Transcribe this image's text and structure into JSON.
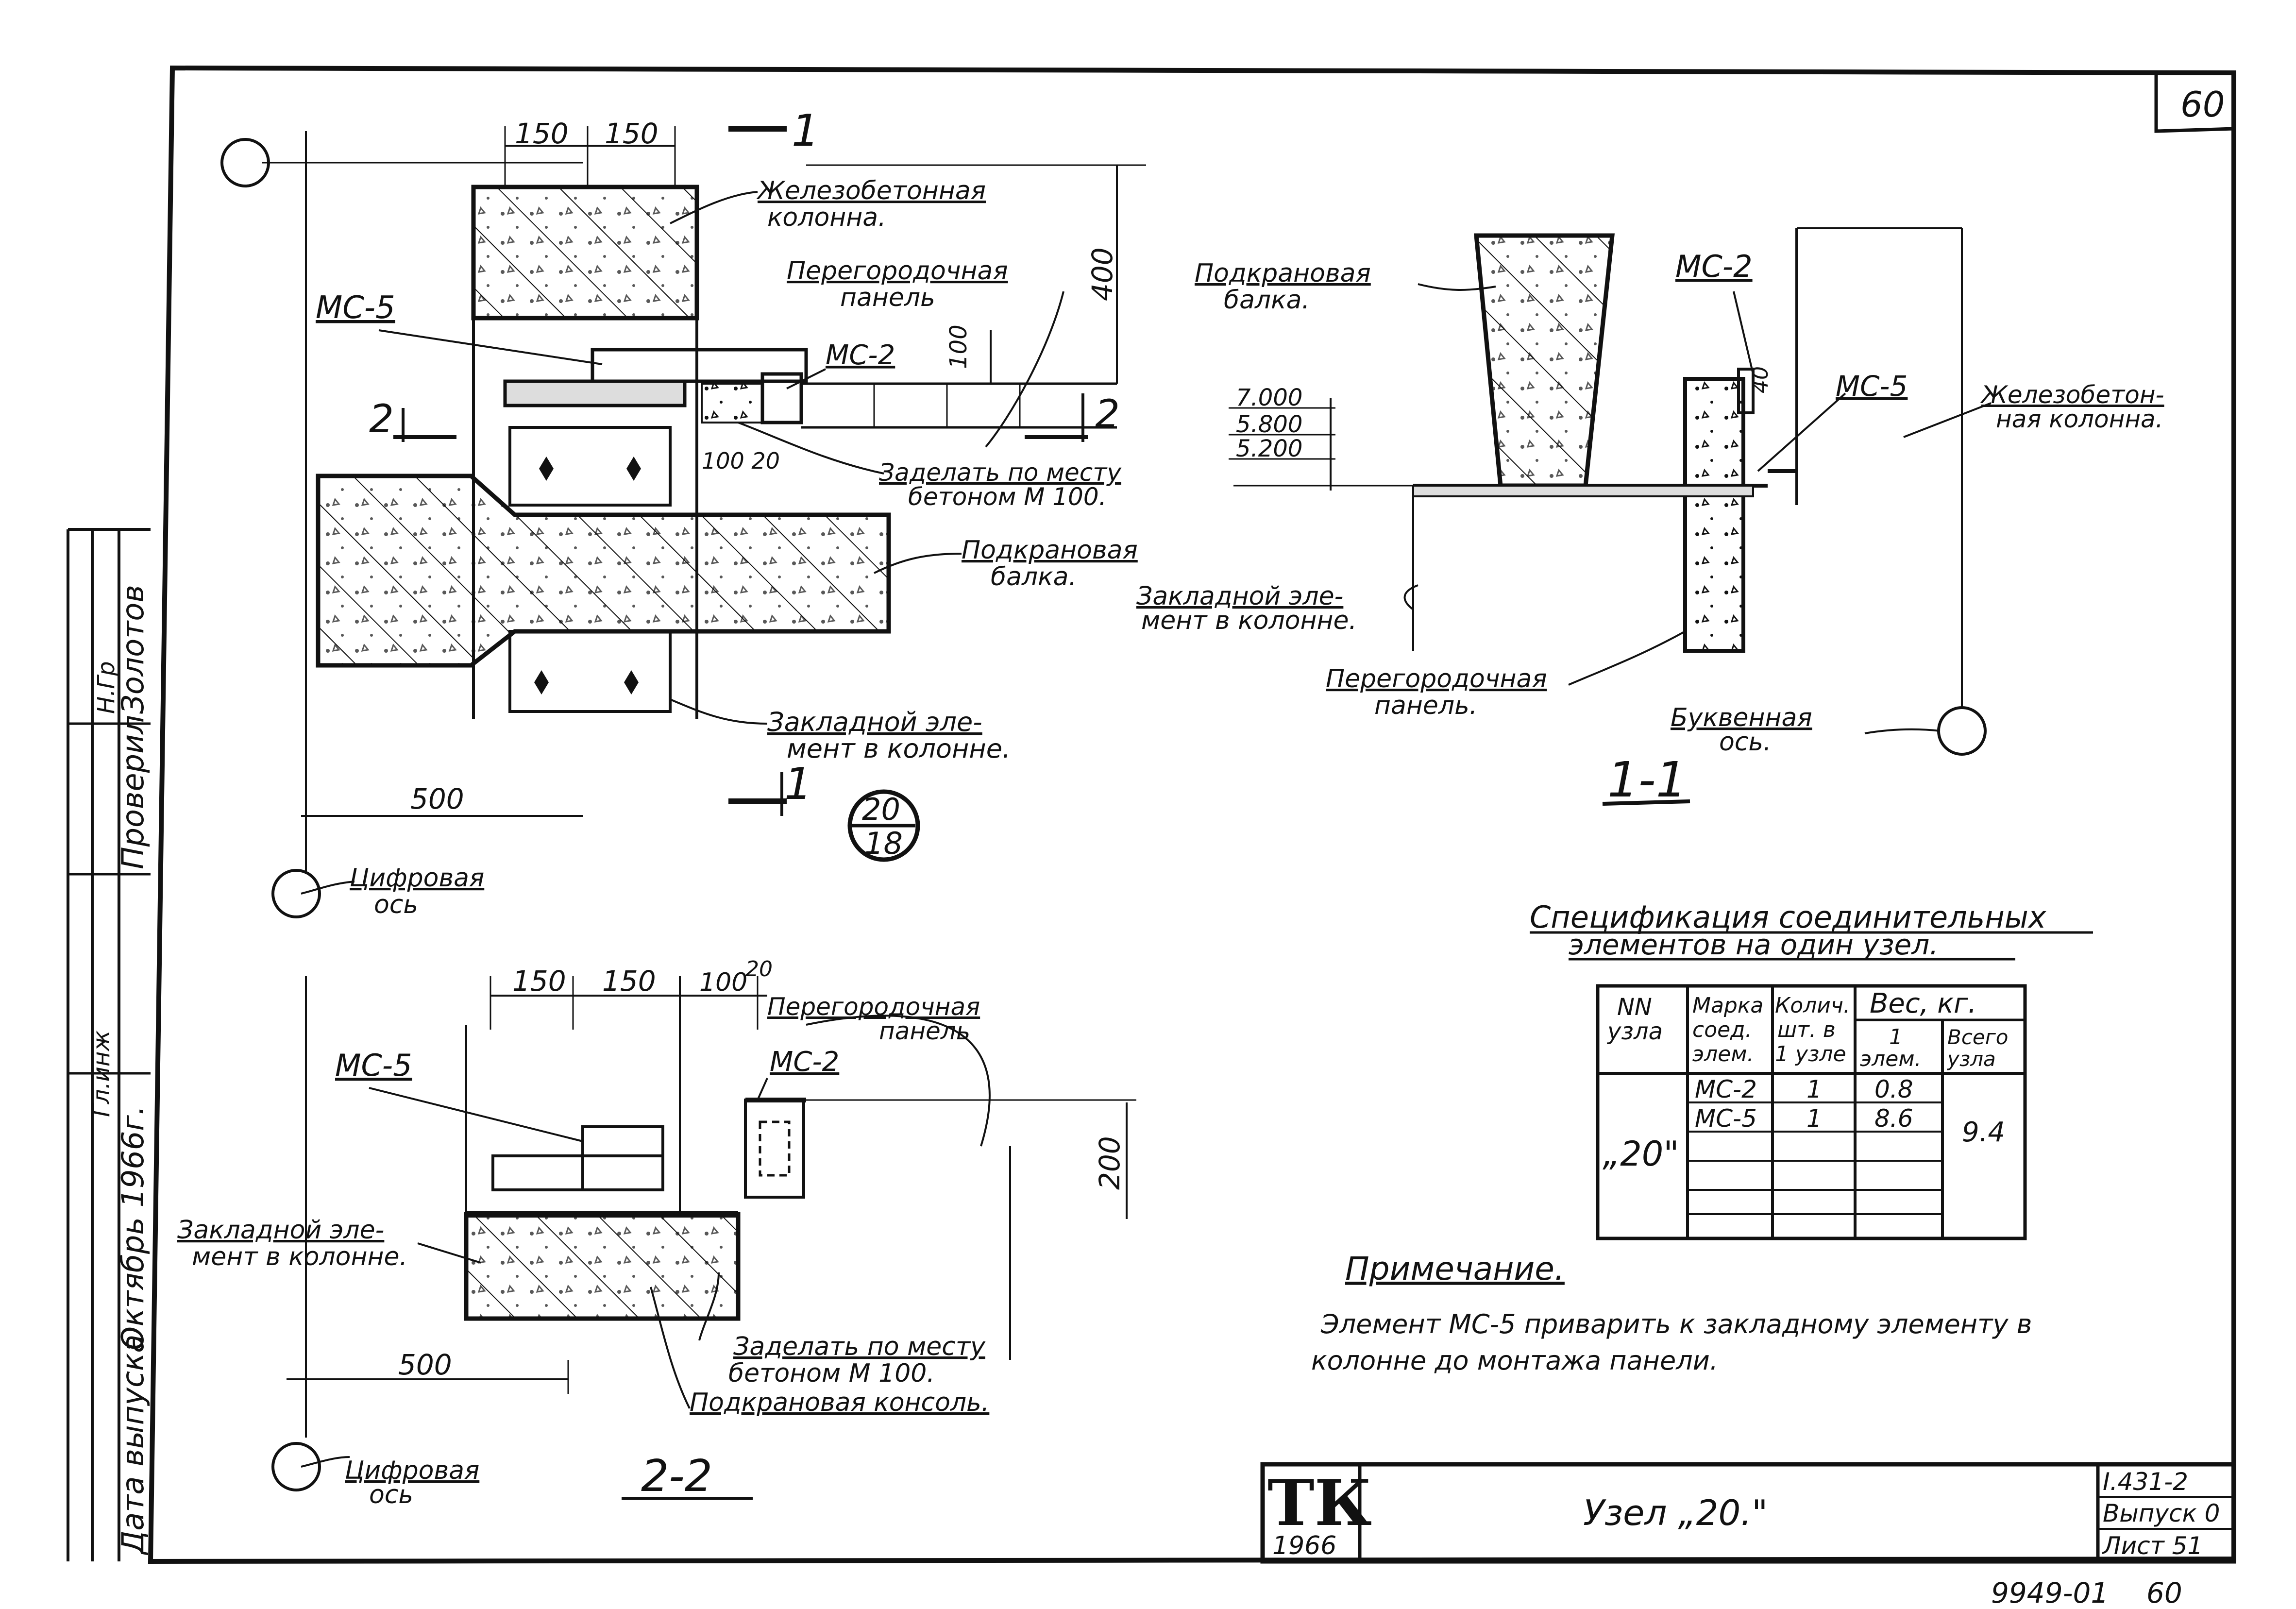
{
  "sheet": {
    "page_number": "60",
    "stamp_number": "9949-01",
    "stamp_suffix": "60"
  },
  "title_block": {
    "logo": "ТК",
    "year": "1966",
    "title": "Узел „20.\"",
    "series": "I.431-2",
    "issue": "Выпуск 0",
    "sheet": "Лист 51"
  },
  "side_stamp": {
    "rows": [
      {
        "role": "Дата выпуска",
        "value": "Октябрь 1966г."
      },
      {
        "role": "Проверил",
        "value": "Золотов"
      },
      {
        "role": "Н.Гр",
        "value": ""
      },
      {
        "role": "Гл.инж",
        "value": ""
      }
    ]
  },
  "plan": {
    "dims_top": [
      "150",
      "150"
    ],
    "dim_right": "400",
    "dim_100": "100",
    "dim_100_20": "100 20",
    "dim_500": "500",
    "section_mark_top": "1",
    "section_mark_bottom": "1",
    "section_mark_left": "2",
    "section_mark_right": "2",
    "node_ref_top": "20",
    "node_ref_bottom": "18",
    "labels": {
      "column": [
        "Железобетонная",
        "колонна."
      ],
      "partition_panel": [
        "Перегородочная",
        "панель"
      ],
      "mc5": "МС-5",
      "mc2": "МС-2",
      "grout": [
        "Заделать по месту",
        "бетоном М 100."
      ],
      "crane_beam": [
        "Подкрановая",
        "балка."
      ],
      "embedded": [
        "Закладной эле-",
        "мент в колонне."
      ],
      "digital_axis": [
        "Цифровая",
        "ось"
      ]
    }
  },
  "section11": {
    "title": "1-1",
    "levels": [
      "7.000",
      "5.800",
      "5.200"
    ],
    "dim_40": "40",
    "labels": {
      "crane_beam": [
        "Подкрановая",
        "балка."
      ],
      "mc2": "МС-2",
      "mc5": "МС-5",
      "column": [
        "Железобетон-",
        "ная колонна."
      ],
      "embedded": [
        "Закладной эле-",
        "мент в колонне."
      ],
      "partition_panel": [
        "Перегородочная",
        "панель."
      ],
      "letter_axis": [
        "Буквенная",
        "ось."
      ]
    }
  },
  "section22": {
    "title": "2-2",
    "dims_top": [
      "150",
      "150",
      "100",
      "20"
    ],
    "dim_right": "200",
    "dim_500": "500",
    "labels": {
      "partition_panel": [
        "Перегородочная",
        "панель"
      ],
      "mc2": "МС-2",
      "mc5": "МС-5",
      "embedded": [
        "Закладной эле-",
        "мент в колонне."
      ],
      "grout": [
        "Заделать по месту",
        "бетоном М 100."
      ],
      "crane_console": "Подкрановая консоль.",
      "digital_axis": [
        "Цифровая",
        "ось"
      ]
    }
  },
  "specification": {
    "title_line1": "Спецификация соединительных",
    "title_line2": "элементов на один узел.",
    "headers": {
      "node": [
        "NN",
        "узла"
      ],
      "mark": [
        "Марка",
        "соед.",
        "элем."
      ],
      "qty": [
        "Колич.",
        "шт. в",
        "1 узле"
      ],
      "weight": "Вес, кг.",
      "weight_one": [
        "1",
        "элем."
      ],
      "weight_total": [
        "Всего",
        "узла"
      ]
    },
    "node_label": "„20\"",
    "rows": [
      {
        "mark": "МС-2",
        "qty": "1",
        "weight": "0.8"
      },
      {
        "mark": "МС-5",
        "qty": "1",
        "weight": "8.6"
      }
    ],
    "total": "9.4"
  },
  "note": {
    "title": "Примечание.",
    "line1": "Элемент МС-5 приварить к закладному элементу в",
    "line2": "колонне до монтажа панели."
  }
}
